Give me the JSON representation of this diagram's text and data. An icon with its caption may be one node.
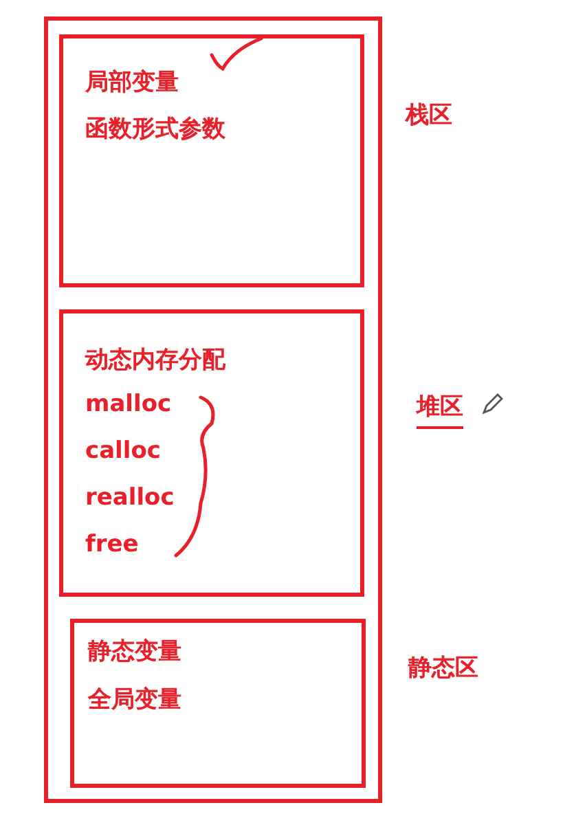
{
  "diagram": {
    "nodes": [
      {
        "text": [],
        "shape": "box"
      },
      {
        "text": [
          "局部变量",
          "函数形式参数"
        ],
        "in": 0,
        "beside": [
          "栈区"
        ]
      },
      {
        "text": [
          "动态内存分配",
          "malloc",
          "calloc",
          "realloc",
          "free"
        ],
        "in": 0,
        "beside": [
          "堆区"
        ]
      },
      {
        "text": [
          "静态变量",
          "全局变量"
        ],
        "in": 0,
        "beside": [
          "静态区"
        ]
      }
    ]
  }
}
